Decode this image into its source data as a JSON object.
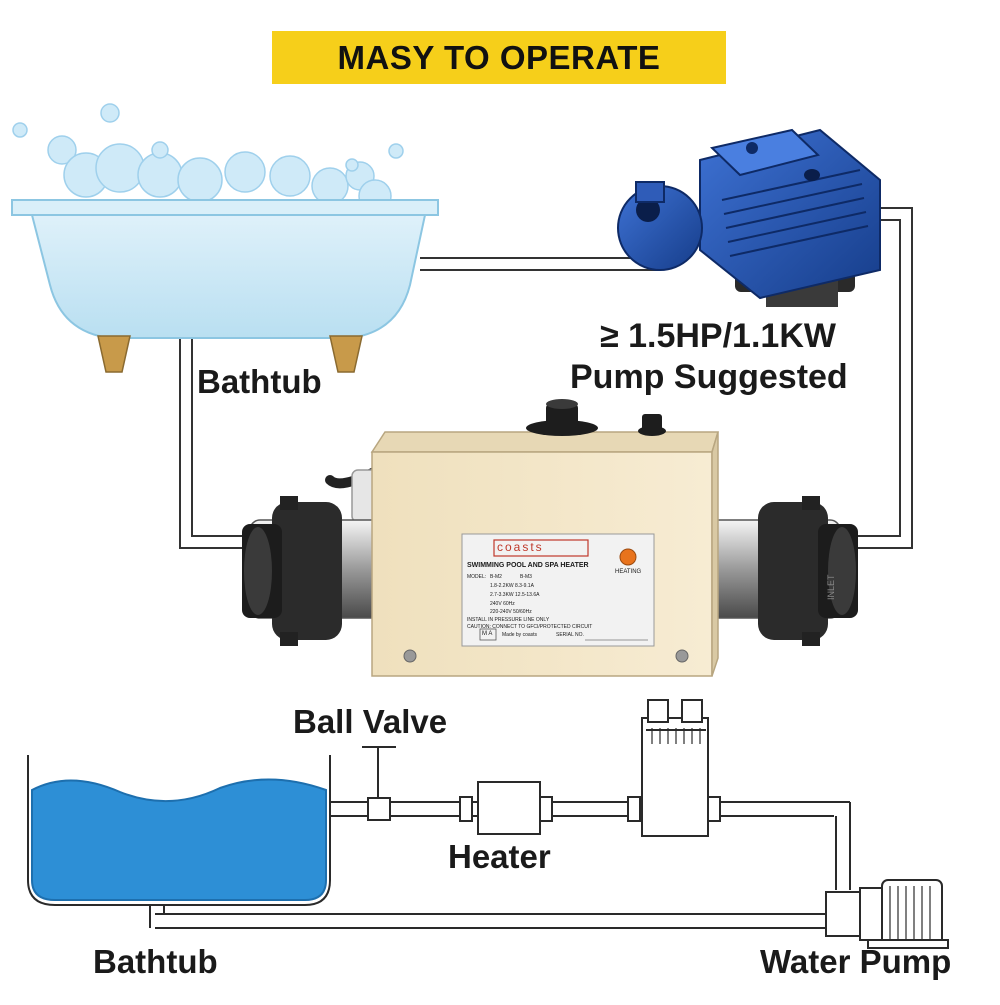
{
  "banner": {
    "title": "MASY TO OPERATE"
  },
  "labels": {
    "bathtub_top": "Bathtub",
    "pump_spec_line1": "≥ 1.5HP/1.1KW",
    "pump_spec_line2": "Pump Suggested",
    "ball_valve": "Ball Valve",
    "heater": "Heater",
    "bathtub_bottom": "Bathtub",
    "water_pump": "Water Pump"
  },
  "heater_unit": {
    "brand": "coasts",
    "title": "SWIMMING POOL AND SPA HEATER",
    "indicator": "HEATING",
    "model_label": "MODEL:",
    "model_a": "B-M2",
    "model_b": "B-M3",
    "spec_a": "1.8-2.2KW  8.3-9.1A",
    "spec_b": "2.7-3.3KW  12.5-13.6A",
    "voltage_a": "240V  60Hz",
    "voltage_b": "220-240V 50/60Hz",
    "note1": "INSTALL IN PRESSURE LINE ONLY",
    "note2": "CAUTION: CONNECT TO GFCI/PROTECTED CIRCUIT",
    "ma_mark": "M A",
    "made_by": "Made by coasts",
    "serial": "SERIAL NO.",
    "inlet": "INLET"
  },
  "colors": {
    "banner": "#f6cf1a",
    "pump_blue": "#1f4fa8",
    "water": "#2d8fd6",
    "heater_body": "#f3e7cc"
  }
}
